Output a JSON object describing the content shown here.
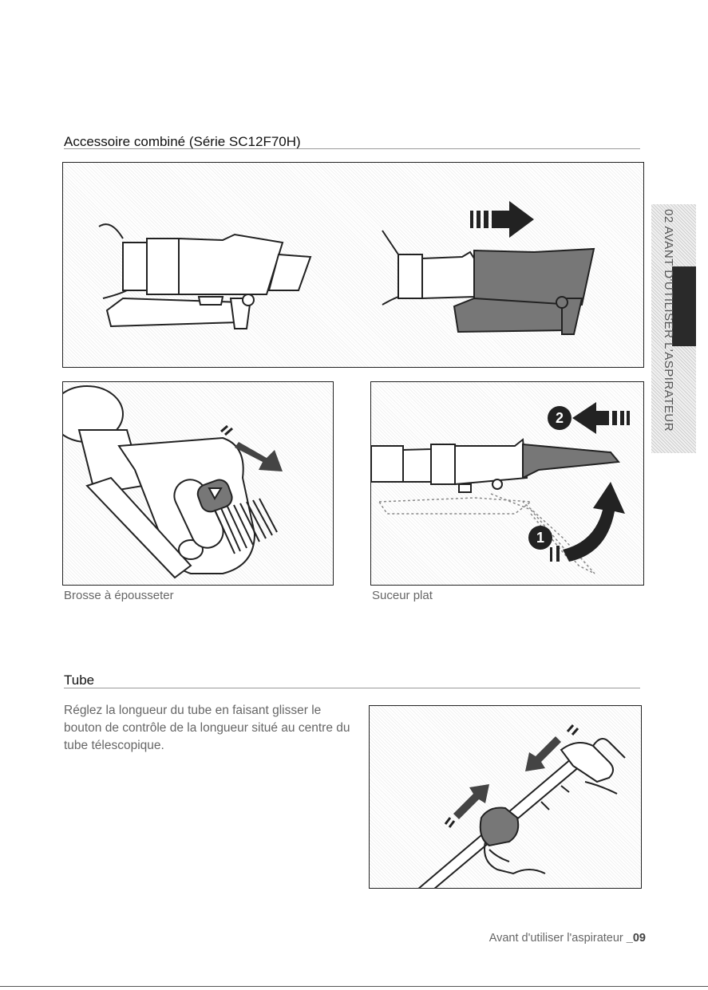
{
  "section1": {
    "title": "Accessoire combiné (Série SC12F70H)"
  },
  "captions": {
    "duster": "Brosse à épousseter",
    "crevice": "Suceur plat"
  },
  "steps": {
    "one": "1",
    "two": "2"
  },
  "section2": {
    "title": "Tube",
    "body": "Réglez la longueur du tube en faisant glisser le bouton de contrôle de la longueur situé au centre du tube télescopique."
  },
  "side_tab": {
    "label": "02 AVANT D'UTILISER L'ASPIRATEUR"
  },
  "footer": {
    "text": "Avant d'utiliser l'aspirateur ",
    "page": "_09"
  },
  "icons": {
    "arrow_right": "arrow-right-icon",
    "arrow_left": "arrow-left-icon",
    "arrow_curve": "curved-arrow-icon"
  }
}
